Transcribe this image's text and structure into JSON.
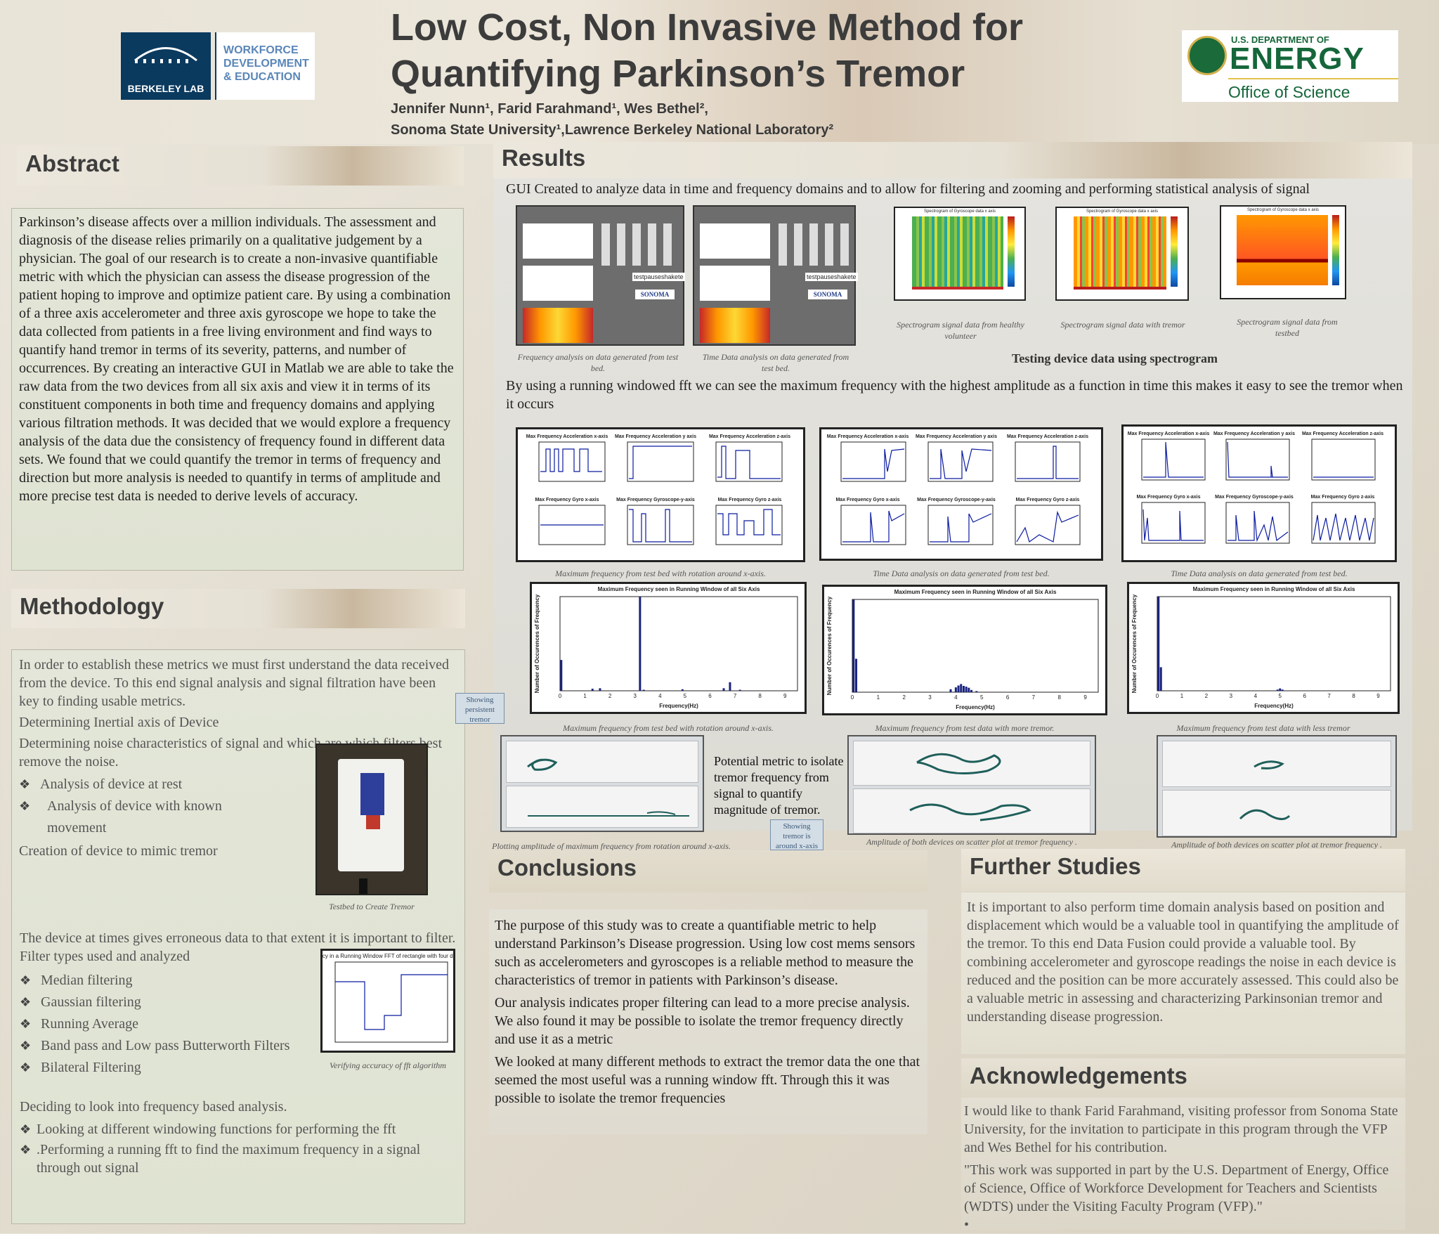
{
  "header": {
    "title": "Low Cost, Non Invasive Method for\nQuantifying Parkinson’s Tremor",
    "authors_line1": "Jennifer Nunn¹, Farid Farahmand¹, Wes Bethel²,",
    "authors_line2": "Sonoma State University¹,Lawrence Berkeley National Laboratory²"
  },
  "logos": {
    "berkeley": "BERKELEY LAB",
    "wde": "WORKFORCE\nDEVELOPMENT\n& EDUCATION",
    "doe_top": "U.S. DEPARTMENT OF",
    "doe_energy": "ENERGY",
    "doe_office": "Office of Science"
  },
  "abstract": {
    "heading": "Abstract",
    "text": "Parkinson’s disease affects over a million individuals. The assessment and diagnosis of the disease relies primarily on a qualitative judgement by a physician.  The goal of our research is to create a non-invasive quantifiable metric with which the physician can assess the disease progression of the patient hoping to improve and optimize patient care. By using a combination of a three axis accelerometer and three axis gyroscope we hope to take the data collected from patients in a free living environment and find ways to quantify hand tremor in terms of its severity, patterns, and number of occurrences. By creating an interactive GUI in Matlab we are able to take the raw data from the two devices from all six axis and view it in terms of its constituent components in both time and frequency domains and applying various filtration methods. It was decided that we would explore a frequency analysis of the data due the consistency of frequency found in different data sets. We found that we could quantify the tremor in terms of frequency and direction but more analysis is needed to quantify in terms of amplitude and more precise test data is needed to derive levels of accuracy."
  },
  "methodology": {
    "heading": "Methodology",
    "intro": "In order to establish these metrics we must first understand the data received from the device. To this end signal analysis and signal filtration have been key to finding usable metrics.",
    "step1": "Determining Inertial axis of Device",
    "step2": "Determining noise characteristics of signal and which are which filters best remove the noise.",
    "bullets1": [
      "Analysis of device at rest",
      " Analysis of device with known movement"
    ],
    "step3": "Creation of device to mimic tremor",
    "device_caption": "Testbed to Create Tremor",
    "filter_intro": "The device at times gives erroneous data to that extent it is important to filter. Filter types used and analyzed",
    "filters": [
      "Median filtering",
      "Gaussian filtering",
      "Running Average",
      "Band pass and Low pass Butterworth Filters",
      "Bilateral Filtering"
    ],
    "fft_caption": "Verifying accuracy of fft algorithm",
    "fft_title": "Max Frequency in a Running Window FFT of rectangle with four distinct signals",
    "decide": "Deciding to look into frequency based analysis.",
    "bullets2": [
      "Looking at different windowing functions for performing the fft",
      ".Performing a running fft to find the maximum frequency in a signal through out signal"
    ]
  },
  "results": {
    "heading": "Results",
    "gui_intro": "GUI Created to analyze data in time and frequency domains and to allow for filtering and zooming and performing statistical analysis of signal",
    "gui_caption1": "Frequency analysis on data generated from test bed.",
    "gui_caption2": "Time Data analysis on data generated from test bed.",
    "gui_label": "testpauseshakete",
    "sonoma": "SONOMA",
    "spec_caption1": "Spectrogram signal data from healthy volunteer",
    "spec_caption2": "Spectrogram signal data with tremor",
    "spec_caption3": "Spectrogram signal data from testbed",
    "spec_heading": "Testing device data using spectrogram",
    "spec_title1": "Spectrogram of Gyroscope data x axis",
    "spec_title2": "Spectrogram of Gyroscope data x axis",
    "spec_title3": "Spectrogram of Gyroscope data x axis",
    "fft_text": "By using a  running windowed fft we can see the maximum frequency with the highest amplitude as a function in time this makes it easy to see the tremor when it occurs",
    "grid_titles": [
      "Max Frequency Acceleration x-axis",
      "Max Frequency Acceleration y axis",
      "Max Frequency  Acceleration z-axis",
      "Max Frequency Gyro x-axis",
      "Max Frequency Gyroscope-y-axis",
      "Max Frequency Gyro z-axis"
    ],
    "grid_titles_b": [
      "Max Frequency Acceleration x-axis",
      "Max Frequency Acceleration y axis",
      "Max Frequency Acceleration z-axis",
      "Max Frequency Gyro x-axis",
      "Max Frequency Gyroscope-y-axis",
      "Max Frequency Gyro z-axis"
    ],
    "grid_caption1": "Maximum frequency  from test bed with rotation  around  x-axis.",
    "grid_caption2": "Time Data analysis on data generated from test bed.",
    "grid_caption3": "Time Data analysis on data generated from test bed.",
    "hist_title": "Maximum Frequency seen in Running Window of all Six Axis",
    "hist_xlabel": "Frequency(Hz)",
    "hist_ylabel": "Number of Occurences of Frequency",
    "hist_caption1": "Maximum frequency  from test bed with rotation  around  x-axis.",
    "hist_caption2": "Maximum frequency from test data with more tremor.",
    "hist_caption3": "Maximum frequency  from test data with less tremor",
    "note1": "Showing persistent tremor",
    "note2": "Showing tremor is around x-axis",
    "metric_text": "Potential metric to isolate tremor frequency from signal to quantify magnitude of tremor.",
    "amp_caption1": "Plotting amplitude of maximum frequency from rotation around x-axis.",
    "amp_caption2": "Amplitude of  both devices on scatter plot at tremor frequency .",
    "amp_caption3": "Amplitude of  both devices on scatter plot at tremor frequency ."
  },
  "conclusions": {
    "heading": "Conclusions",
    "p1": "The purpose of this study was to create a quantifiable metric to help understand Parkinson’s Disease progression. Using low cost mems sensors such as  accelerometers and gyroscopes  is a reliable method to measure the characteristics of  tremor in  patients with  Parkinson’s disease.",
    "p2": "Our analysis indicates proper filtering can lead to a more precise analysis. We also found it may be possible to isolate the tremor frequency directly and use it as a metric",
    "p3": "We looked at many different methods to extract the tremor data the one that seemed the most useful was a running window fft. Through this it was possible to isolate the tremor frequencies"
  },
  "further": {
    "heading": "Further Studies",
    "text": "It is important to also perform time domain analysis based on  position and displacement which would be a valuable tool in quantifying the amplitude of the tremor. To this end  Data Fusion could provide a valuable tool. By combining accelerometer and gyroscope readings the noise in each device  is reduced and the position can be more accurately assessed. This could also be a valuable metric in assessing and characterizing Parkinsonian tremor and understanding disease progression."
  },
  "ack": {
    "heading": "Acknowledgements",
    "p1": "I would like to thank Farid Farahmand, visiting professor from Sonoma State University, for the invitation to participate  in this program through the VFP and Wes Bethel for his contribution.",
    "p2": "\"This work was supported in part by the U.S. Department of Energy, Office of Science, Office of Workforce Development for Teachers and Scientists (WDTS) under the Visiting Faculty Program (VFP).\"",
    "bullet": "•"
  },
  "chart_data": [
    {
      "type": "bar",
      "title": "Maximum Frequency seen in Running Window of all Six Axis",
      "xlabel": "Frequency(Hz)",
      "ylabel": "Number of Occurences of Frequency",
      "xlim": [
        0,
        9.5
      ],
      "ylim": [
        0,
        5500
      ],
      "x": [
        0.05,
        1.3,
        1.6,
        3.2,
        3.35,
        4.9,
        6.55,
        6.8,
        7.2
      ],
      "values": [
        1800,
        120,
        150,
        5500,
        60,
        90,
        150,
        500,
        60
      ]
    },
    {
      "type": "bar",
      "title": "Maximum Frequency seen in Running Window of all Six Axis",
      "xlabel": "Frequency(Hz)",
      "ylabel": "Number of Occurences of Frequency",
      "xlim": [
        0,
        9.5
      ],
      "ylim": [
        0,
        25000
      ],
      "x": [
        0.05,
        0.15,
        3.8,
        4.0,
        4.1,
        4.2,
        4.3,
        4.4,
        4.5,
        4.6,
        4.8
      ],
      "values": [
        25000,
        9000,
        800,
        1300,
        1800,
        2200,
        1700,
        1500,
        1200,
        600,
        300
      ]
    },
    {
      "type": "bar",
      "title": "Maximum Frequency seen in Running Window of all Six Axis",
      "xlabel": "Frequency(Hz)",
      "ylabel": "Number of Occurences of Frequency",
      "xlim": [
        0,
        9.5
      ],
      "ylim": [
        0,
        80000
      ],
      "x": [
        0.05,
        0.15,
        4.9,
        5.0,
        5.1
      ],
      "values": [
        80000,
        20000,
        1000,
        2000,
        1000
      ]
    }
  ]
}
